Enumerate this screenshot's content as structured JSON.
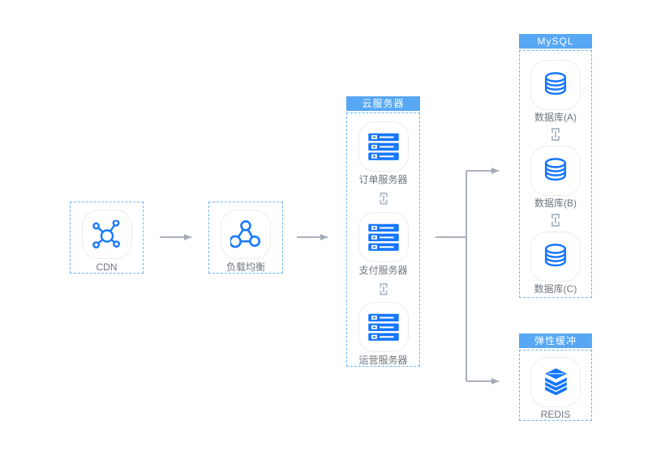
{
  "diagram_title": "cloud-architecture-topology",
  "nodes": {
    "cdn": {
      "label": "CDN",
      "icon": "network-hub-icon"
    },
    "lb": {
      "label": "负载均衡",
      "icon": "load-balancer-icon"
    }
  },
  "groups": {
    "cloud": {
      "title": "云服务器",
      "nodes": [
        {
          "label": "订单服务器",
          "icon": "server-icon"
        },
        {
          "label": "支付服务器",
          "icon": "server-icon"
        },
        {
          "label": "运营服务器",
          "icon": "server-icon"
        }
      ]
    },
    "mysql": {
      "title": "MySQL",
      "nodes": [
        {
          "label": "数据库(A)",
          "icon": "database-icon"
        },
        {
          "label": "数据库(B)",
          "icon": "database-icon"
        },
        {
          "label": "数据库(C)",
          "icon": "database-icon"
        }
      ]
    },
    "cache": {
      "title": "弹性缓冲",
      "nodes": [
        {
          "label": "REDIS",
          "icon": "layer-stack-icon"
        }
      ]
    }
  },
  "connections": [
    "CDN -> 负载均衡",
    "负载均衡 -> 云服务器",
    "云服务器 -> MySQL",
    "云服务器 -> 弹性缓冲",
    "订单服务器 <-> 支付服务器",
    "支付服务器 <-> 运营服务器",
    "数据库(A) <-> 数据库(B)",
    "数据库(B) <-> 数据库(C)"
  ],
  "colors": {
    "icon_blue": "#1677ff",
    "group_header_blue": "#57a7f4",
    "dashed_border_blue": "#6fb4f6",
    "connector_gray": "#a9b1bd",
    "chain_gray": "#b3bbc7",
    "label_gray": "#6e7680",
    "tile_border": "#ececec",
    "background": "#ffffff"
  }
}
